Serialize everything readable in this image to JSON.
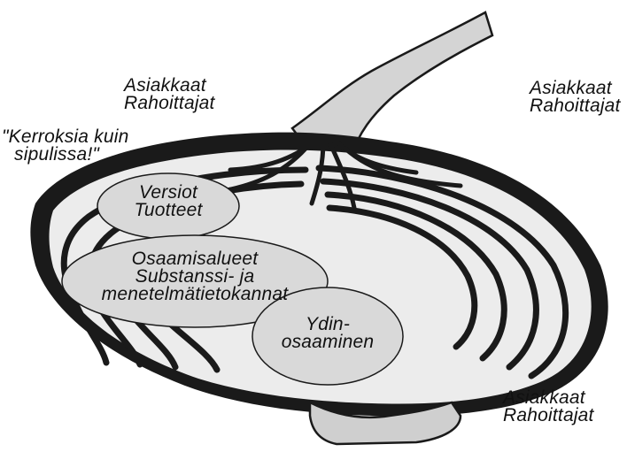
{
  "labels": {
    "top_left": {
      "line1": "Asiakkaat",
      "line2": "Rahoittajat"
    },
    "top_right": {
      "line1": "Asiakkaat",
      "line2": "Rahoittajat"
    },
    "bottom_right": {
      "line1": "Asiakkaat",
      "line2": "Rahoittajat"
    },
    "quote": {
      "line1": "\"Kerroksia kuin",
      "line2": "sipulissa!\""
    }
  },
  "layers": {
    "versions": {
      "line1": "Versiot",
      "line2": "Tuotteet"
    },
    "competence_areas": {
      "line1": "Osaamisalueet",
      "line2": "Substanssi- ja",
      "line3": "menetelmätietokannat"
    },
    "core": {
      "line1": "Ydin-",
      "line2": "osaaminen"
    }
  },
  "colors": {
    "ink": "#1a1a1a",
    "ellipse_fill": "#d9d9d9",
    "flesh": "#ececec"
  }
}
